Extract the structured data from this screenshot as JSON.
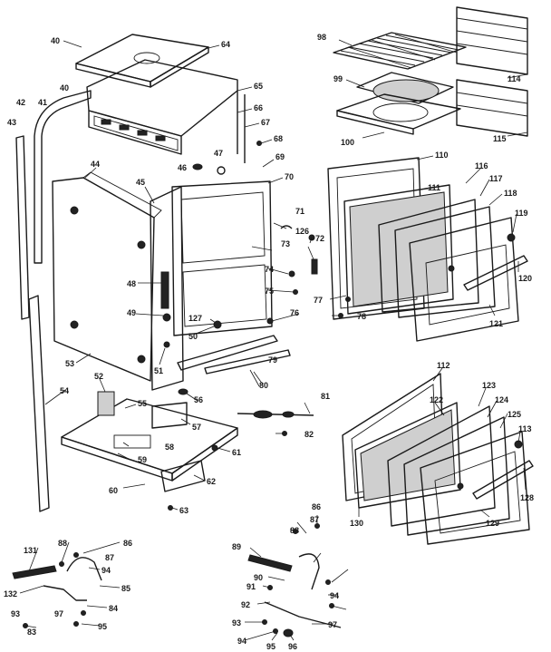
{
  "diagram": {
    "callouts": [
      "40",
      "64",
      "65",
      "66",
      "67",
      "68",
      "41",
      "42",
      "43",
      "44",
      "45",
      "46",
      "47",
      "69",
      "70",
      "71",
      "72",
      "73",
      "74",
      "75",
      "76",
      "126",
      "127",
      "48",
      "49",
      "50",
      "51",
      "53",
      "54",
      "52",
      "55",
      "56",
      "57",
      "58",
      "59",
      "60",
      "61",
      "62",
      "63",
      "79",
      "80",
      "81",
      "82",
      "98",
      "99",
      "100",
      "114",
      "115",
      "110",
      "111",
      "116",
      "117",
      "118",
      "119",
      "120",
      "121",
      "77",
      "78",
      "112",
      "122",
      "123",
      "124",
      "125",
      "113",
      "128",
      "129",
      "130",
      "131",
      "132",
      "83",
      "84",
      "85",
      "86",
      "87",
      "88",
      "89",
      "90",
      "91",
      "92",
      "93",
      "94",
      "95",
      "96",
      "97"
    ]
  }
}
